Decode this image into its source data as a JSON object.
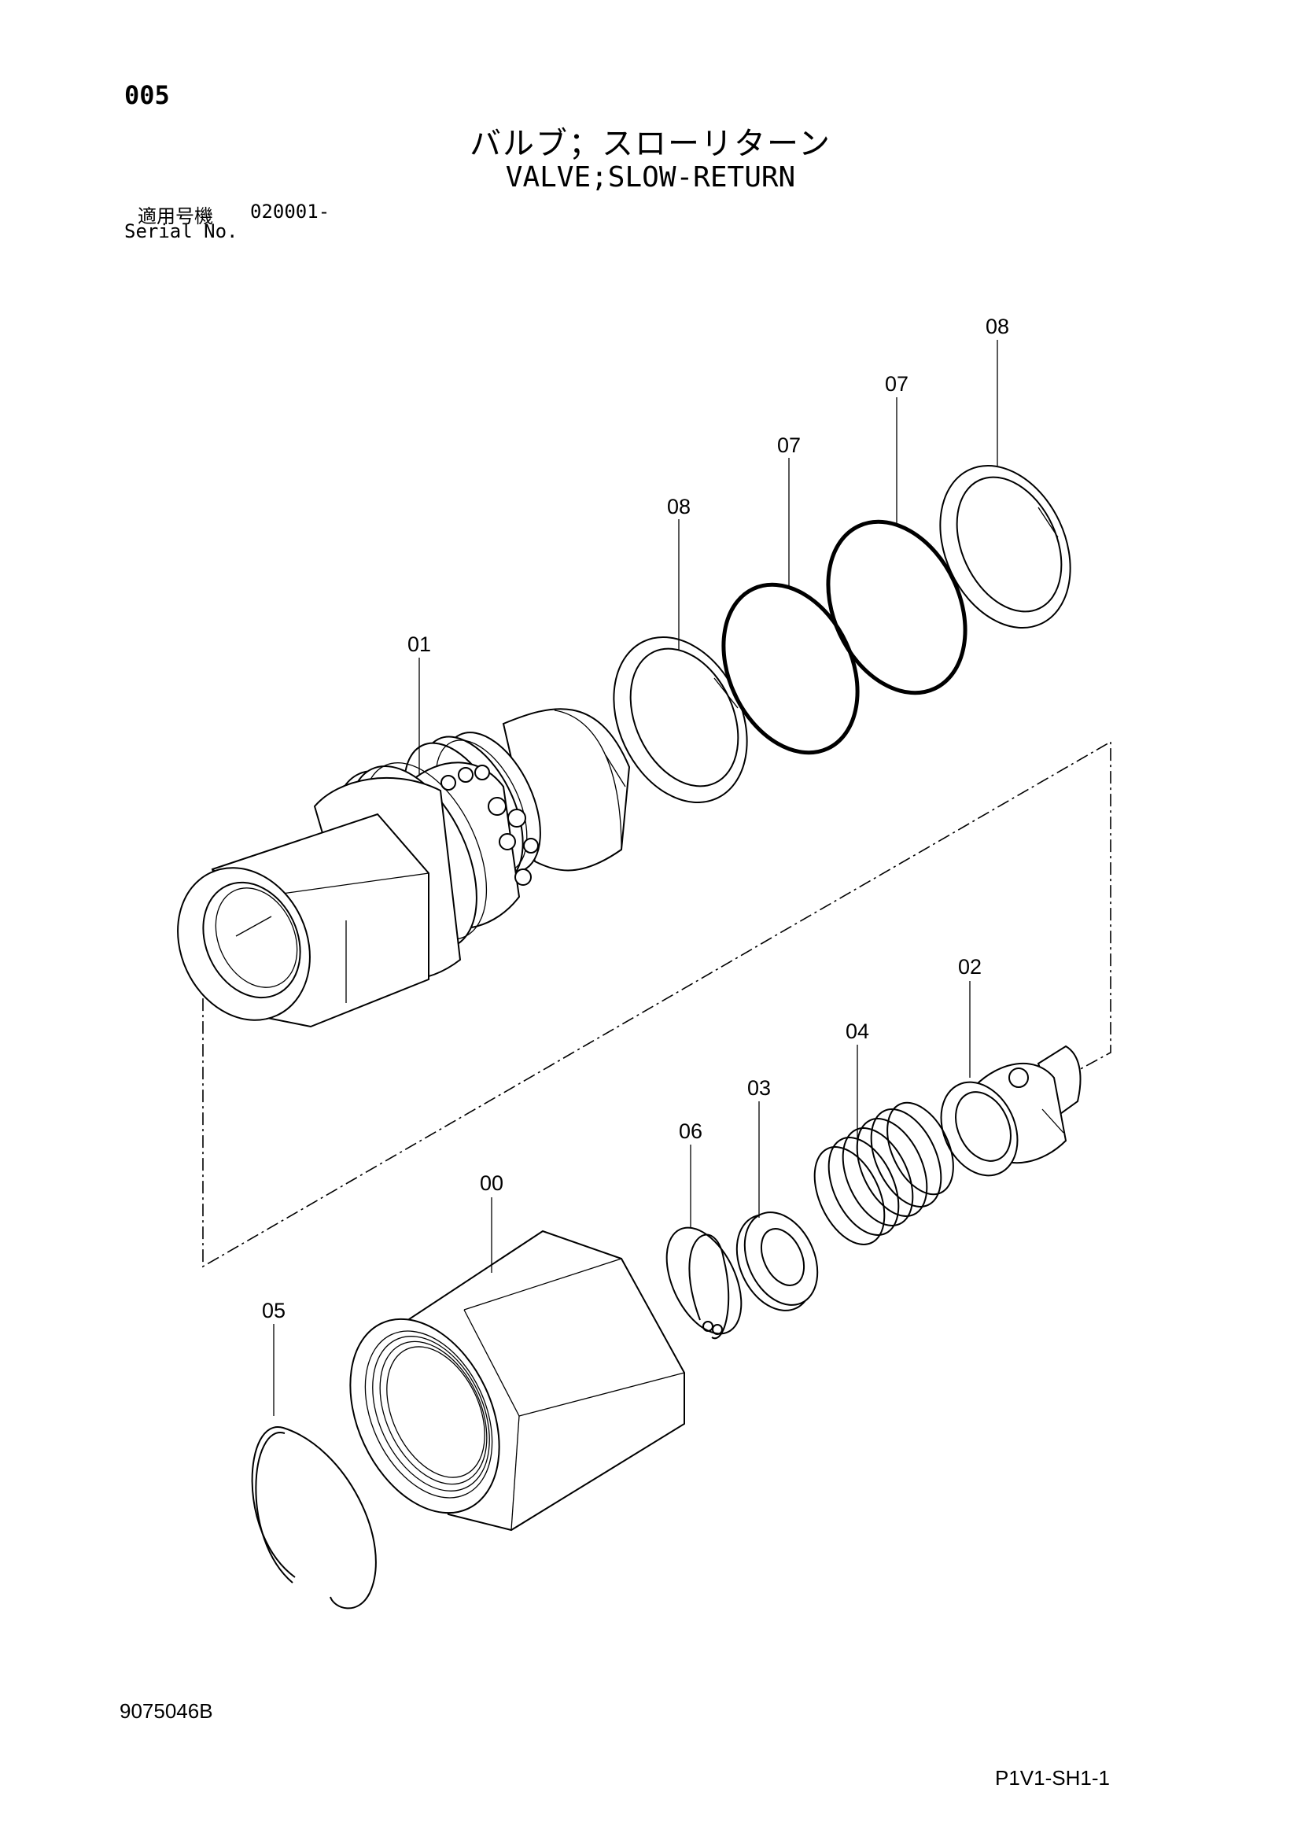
{
  "page": {
    "number": "005",
    "title_jp": "バルブ；スローリターン",
    "title_en": "VALVE;SLOW-RETURN",
    "serial_label_jp": "適用号機",
    "serial_value": "020001-",
    "serial_label_en": "Serial No.",
    "drawing_number": "9075046B",
    "sheet_id": "P1V1-SH1-1"
  },
  "parts": [
    {
      "key": "00",
      "label": "00"
    },
    {
      "key": "01",
      "label": "01"
    },
    {
      "key": "02",
      "label": "02"
    },
    {
      "key": "03",
      "label": "03"
    },
    {
      "key": "04",
      "label": "04"
    },
    {
      "key": "05",
      "label": "05"
    },
    {
      "key": "06",
      "label": "06"
    },
    {
      "key": "07a",
      "label": "07"
    },
    {
      "key": "07b",
      "label": "07"
    },
    {
      "key": "08a",
      "label": "08"
    },
    {
      "key": "08b",
      "label": "08"
    }
  ]
}
